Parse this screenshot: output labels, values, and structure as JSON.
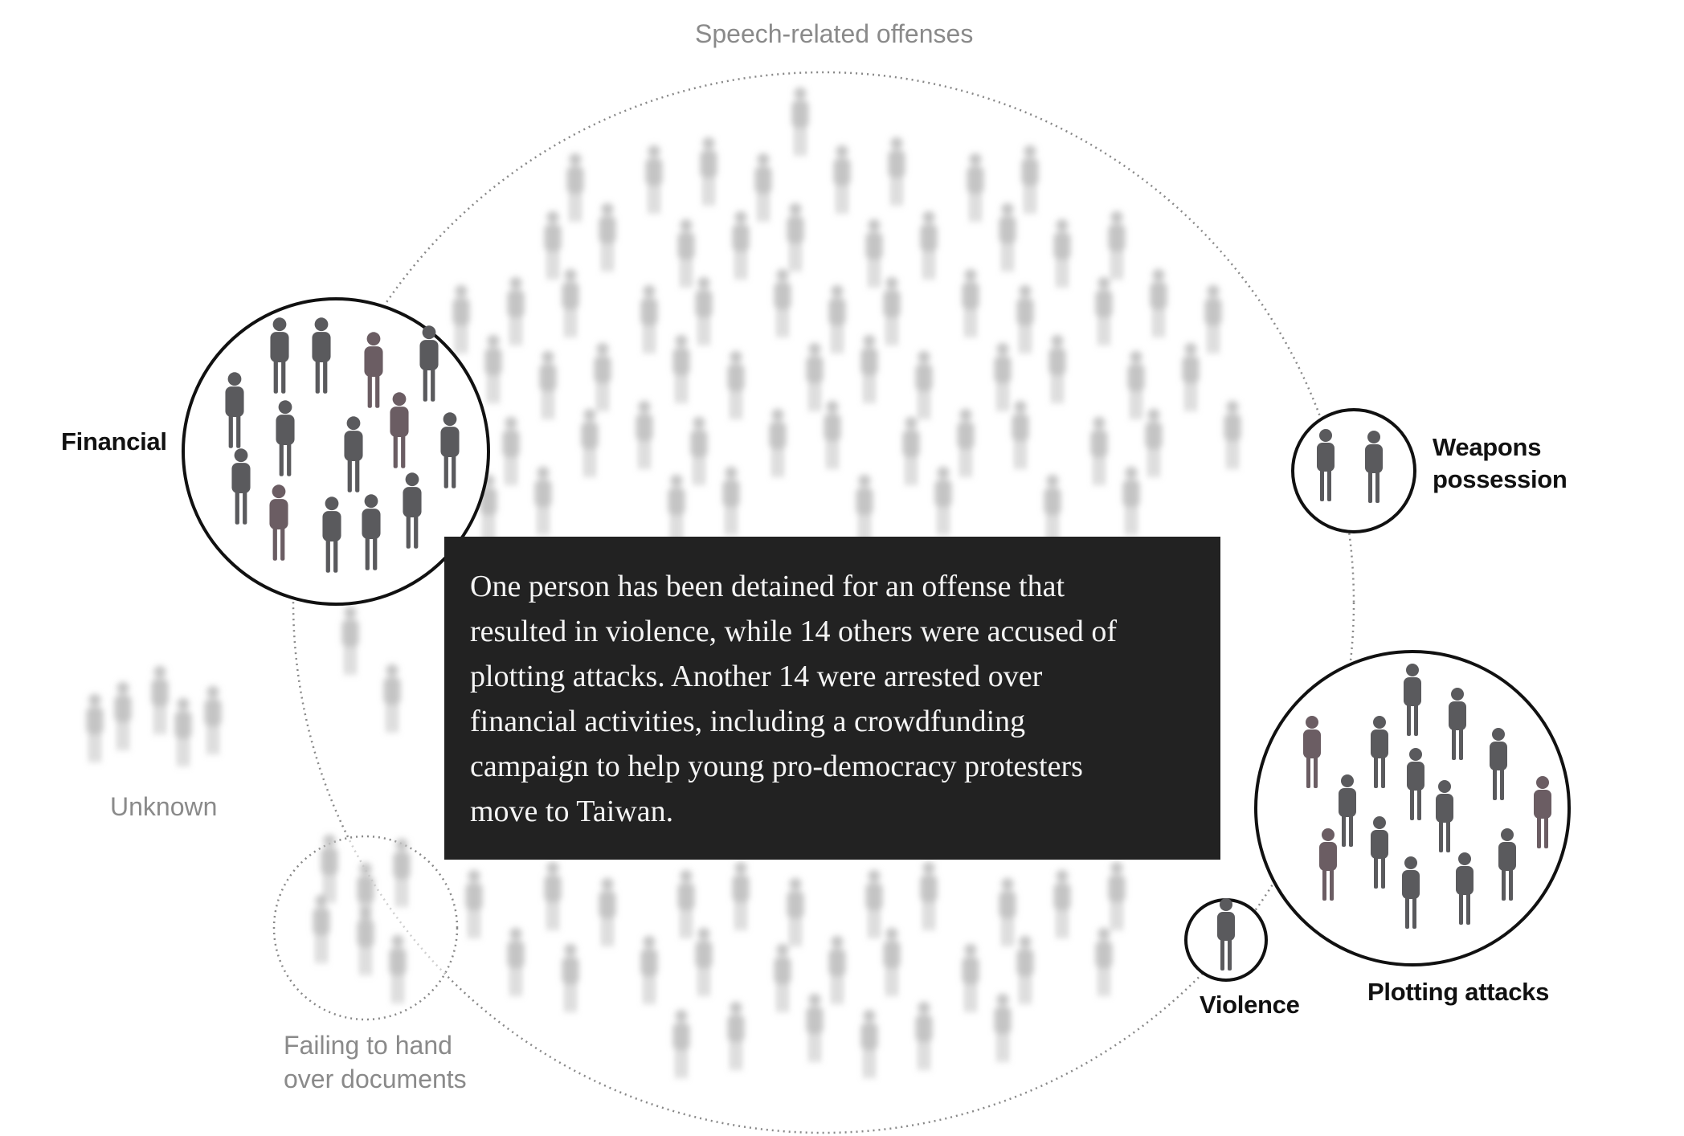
{
  "groups": [
    {
      "id": "speech",
      "label": "Speech-related offenses",
      "style": "dotted-large",
      "figures": "blurred"
    },
    {
      "id": "financial",
      "label": "Financial",
      "style": "solid",
      "figures": 14
    },
    {
      "id": "weapons",
      "label": "Weapons possession",
      "label_lines": [
        "Weapons",
        "possession"
      ],
      "style": "solid",
      "figures": 2
    },
    {
      "id": "plotting",
      "label": "Plotting attacks",
      "style": "solid",
      "figures": 14
    },
    {
      "id": "violence",
      "label": "Violence",
      "style": "solid",
      "figures": 1
    },
    {
      "id": "unknown",
      "label": "Unknown",
      "style": "none",
      "figures": "blurred"
    },
    {
      "id": "documents",
      "label": "Failing to hand over documents",
      "label_lines": [
        "Failing to hand",
        "over documents"
      ],
      "style": "dotted-small",
      "figures": "blurred"
    }
  ],
  "callout": {
    "text": "One person has been detained for an offense that resulted in violence, while 14 others were accused of plotting attacks. Another 14 were arrested over financial activities, including a crowdfunding campaign to help young pro-democracy protesters move to Taiwan.",
    "lines": [
      "One person has been detained for an offense that",
      "resulted in violence, while 14 others were accused of",
      "plotting attacks. Another 14 were arrested over",
      "financial activities, including a crowdfunding",
      "campaign to help young pro-democracy protesters",
      "move to Taiwan."
    ]
  },
  "colors": {
    "background": "#ffffff",
    "callout_bg": "#222222",
    "callout_text": "#f4f4f4",
    "circle_stroke": "#111111",
    "dotted_stroke": "#888888",
    "figure_focus": "#5a5a5d",
    "figure_focus_alt": "#6b5d63",
    "figure_blurred": "#c4c4c4",
    "label_strong": "#111111",
    "label_muted": "#8a8a8a"
  }
}
